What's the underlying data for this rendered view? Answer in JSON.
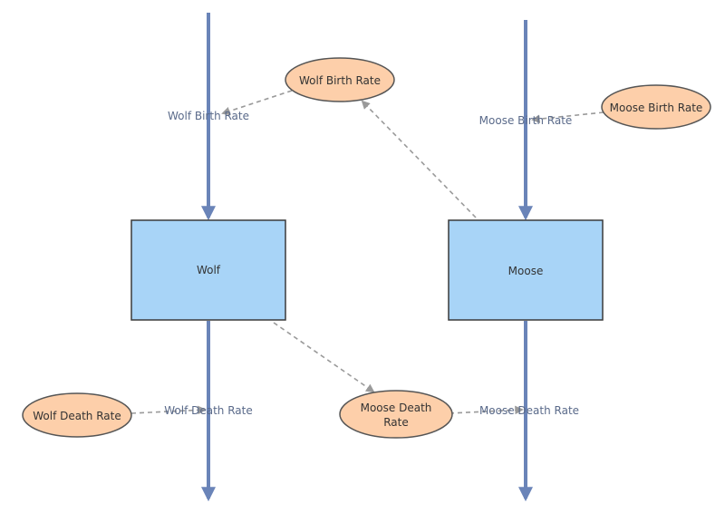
{
  "colors": {
    "flow": "#6a84b8",
    "stock_fill": "#a8d4f7",
    "stock_stroke": "#3a3a3a",
    "aux_fill": "#fdcfaa",
    "aux_stroke": "#555555",
    "link": "#9a9a9a",
    "flow_label": "#5a6a8a"
  },
  "stocks": {
    "wolf": "Wolf",
    "moose": "Moose"
  },
  "flows": {
    "wolf_birth": "Wolf Birth Rate",
    "moose_birth": "Moose Birth Rate",
    "wolf_death": "Wolf Death Rate",
    "moose_death": "Moose Death Rate"
  },
  "auxiliaries": {
    "wolf_birth_rate": "Wolf Birth Rate",
    "moose_birth_rate": "Moose Birth Rate",
    "wolf_death_rate": "Wolf Death Rate",
    "moose_death_rate_line1": "Moose Death",
    "moose_death_rate_line2": "Rate"
  }
}
